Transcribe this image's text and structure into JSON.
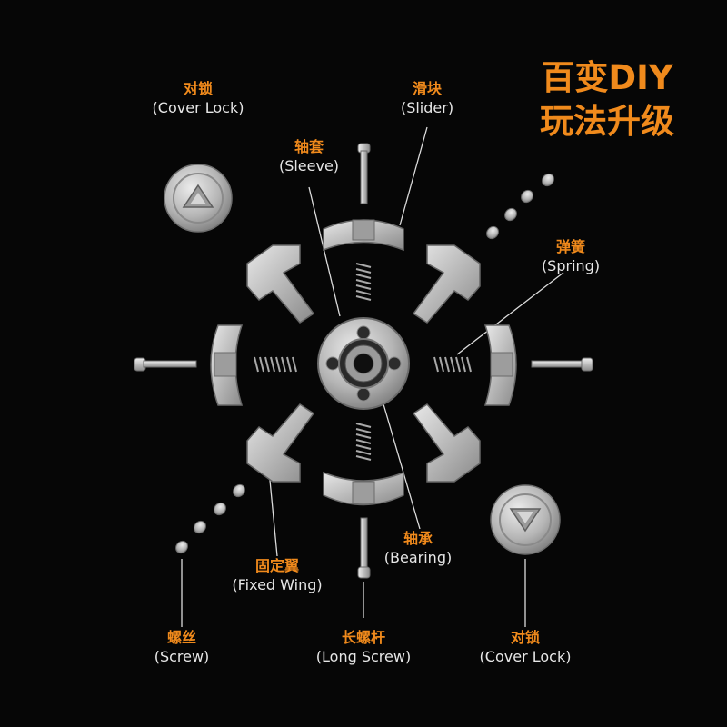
{
  "headline": {
    "line1": "百变DIY",
    "line2": "玩法升级"
  },
  "labels": {
    "cover_lock_top": {
      "zh": "对锁",
      "en": "(Cover Lock)"
    },
    "slider": {
      "zh": "滑块",
      "en": "(Slider)"
    },
    "sleeve": {
      "zh": "轴套",
      "en": "(Sleeve)"
    },
    "spring": {
      "zh": "弹簧",
      "en": "(Spring)"
    },
    "bearing": {
      "zh": "轴承",
      "en": "(Bearing)"
    },
    "fixed_wing": {
      "zh": "固定翼",
      "en": "(Fixed Wing)"
    },
    "screw": {
      "zh": "螺丝",
      "en": "(Screw)"
    },
    "long_screw": {
      "zh": "长螺杆",
      "en": "(Long Screw)"
    },
    "cover_lock_bottom": {
      "zh": "对锁",
      "en": "(Cover Lock)"
    }
  },
  "colors": {
    "accent": "#f08a1c",
    "label_text": "#e6e6e6",
    "background": "#060606",
    "metal": "#b9b9b9"
  }
}
